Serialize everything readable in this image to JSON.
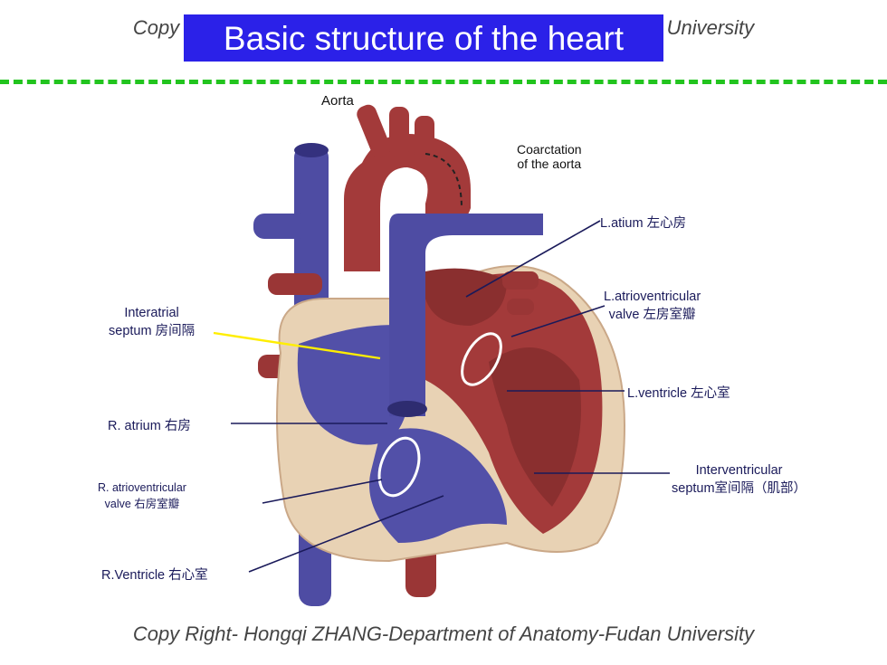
{
  "header": {
    "copyright": "Copy Right- Hongqi ZHANG-Department of Anatomy-Fudan University",
    "title": "Basic structure of the heart"
  },
  "labels": {
    "aorta": "Aorta",
    "coarctation_line1": "Coarctation",
    "coarctation_line2": "of the aorta",
    "l_atrium": "L.atium 左心房",
    "l_av_valve_line1": "L.atrioventricular",
    "l_av_valve_line2": "valve 左房室瓣",
    "interatrial_line1": "Interatrial",
    "interatrial_line2": "septum 房间隔",
    "l_ventricle": "L.ventricle 左心室",
    "r_atrium": "R. atrium 右房",
    "r_av_valve_line1": "R. atrioventricular",
    "r_av_valve_line2": "valve 右房室瓣",
    "interventricular_line1": "Interventricular",
    "interventricular_line2": "septum室间隔（肌部）",
    "r_ventricle": "R.Ventricle 右心室"
  },
  "footer": {
    "copyright": "Copy Right- Hongqi ZHANG-Department of Anatomy-Fudan University"
  },
  "colors": {
    "title_bg": "#2b21e8",
    "divider": "#22c41e",
    "venous_blue": "#5250a8",
    "arterial_red": "#a33a3a",
    "pericardium_tan": "#e8d2b4",
    "interatrial_pointer": "#ffee00"
  }
}
